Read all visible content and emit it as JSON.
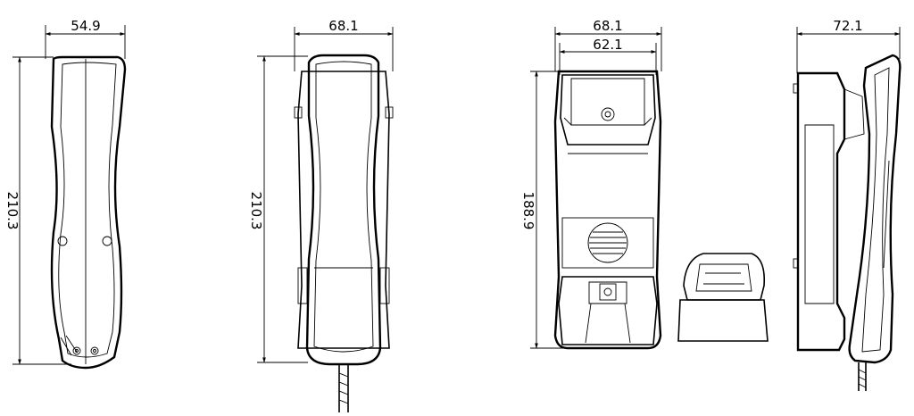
{
  "views": {
    "side": {
      "width": "54.9",
      "height": "210.3"
    },
    "front": {
      "width": "68.1",
      "height": "210.3"
    },
    "cradle": {
      "outer_width": "68.1",
      "inner_width": "62.1",
      "height": "188.9"
    },
    "profile": {
      "depth": "72.1"
    }
  },
  "colors": {
    "line": "#000000",
    "background": "#ffffff"
  }
}
